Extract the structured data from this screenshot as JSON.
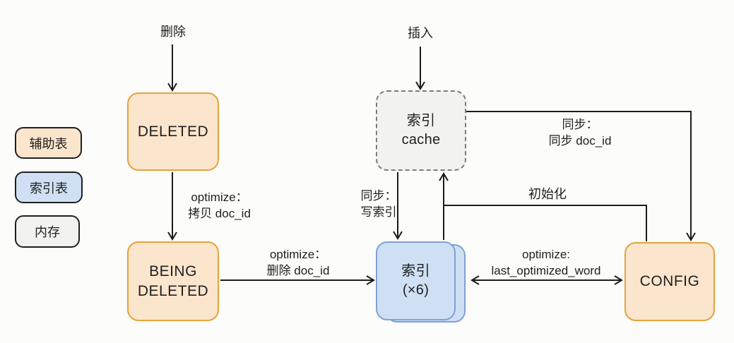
{
  "colors": {
    "background": "#fcfcfb",
    "aux_fill": "#fbe5cc",
    "aux_border": "#e3a33c",
    "index_fill": "#cfe0f4",
    "index_border": "#7fa1d4",
    "memory_fill": "#f2f2f1",
    "memory_border": "#7c7c7c",
    "line": "#1c1c1c",
    "text": "#1f1f1f"
  },
  "legend": {
    "items": [
      {
        "label": "辅助表",
        "type": "auxiliary-table"
      },
      {
        "label": "索引表",
        "type": "index-table"
      },
      {
        "label": "内存",
        "type": "memory"
      }
    ]
  },
  "external_events": {
    "delete": "删除",
    "insert": "插入"
  },
  "nodes": {
    "deleted": {
      "label": "DELETED"
    },
    "being_deleted": {
      "line1": "BEING",
      "line2": "DELETED"
    },
    "index_cache": {
      "line1": "索引",
      "line2": "cache"
    },
    "index_shards": {
      "line1": "索引",
      "line2": "(×6)"
    },
    "config": {
      "label": "CONFIG"
    }
  },
  "edges": {
    "optimize_copy": {
      "line1": "optimize：",
      "line2": "拷贝 doc_id"
    },
    "optimize_delete": {
      "line1": "optimize：",
      "line2": "删除 doc_id"
    },
    "sync_write_index": {
      "line1": "同步：",
      "line2": "写索引"
    },
    "sync_doc_id": {
      "line1": "同步：",
      "line2": "同步 doc_id"
    },
    "initialize": {
      "label": "初始化"
    },
    "optimize_last_word": {
      "line1": "optimize:",
      "line2": "last_optimized_word"
    }
  }
}
